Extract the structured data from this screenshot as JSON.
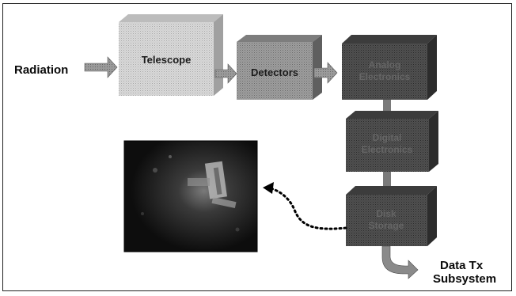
{
  "diagram": {
    "input_label": "Radiation",
    "blocks": [
      {
        "label": "Telescope"
      },
      {
        "label": "Detectors"
      },
      {
        "label_lines": [
          "Analog",
          "Electronics"
        ]
      },
      {
        "label_lines": [
          "Digital",
          "Electronics"
        ]
      },
      {
        "label_lines": [
          "Disk",
          "Storage"
        ]
      }
    ],
    "output_label_lines": [
      "Data Tx",
      "Subsystem"
    ]
  },
  "colors": {
    "telescope": "#cfcfcf",
    "detectors": "#9a9a9a",
    "electronics": "#4a4a4a",
    "arrow": "#8c8c8c",
    "frame": "#222222"
  }
}
